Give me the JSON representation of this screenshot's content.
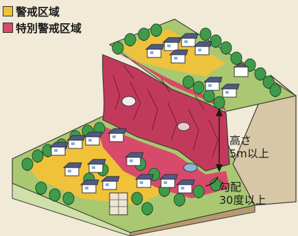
{
  "legend": {
    "items": [
      {
        "label": "警戒区域",
        "color": "#f0c23a"
      },
      {
        "label": "特別警戒区域",
        "color": "#d84a6c"
      }
    ]
  },
  "annotations": {
    "height_line1": "高さ",
    "height_line2": "5m以上",
    "slope_line1": "勾配",
    "slope_line2": "30度以上"
  },
  "colors": {
    "background": "#f1ead7",
    "grass": "#a9c871",
    "cliff": "#c23a5b",
    "soil": "#d7c7a6",
    "warning_yellow": "#f0c23a",
    "special_red": "#d84a6c"
  },
  "icons": [
    "house-icon",
    "tree-icon",
    "building-icon",
    "rock-icon"
  ]
}
